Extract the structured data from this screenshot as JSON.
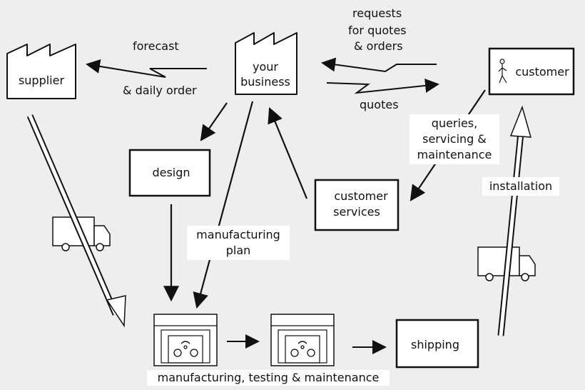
{
  "nodes": {
    "supplier": "supplier",
    "business_line1": "your",
    "business_line2": "business",
    "customer": "customer",
    "design": "design",
    "customer_services_line1": "customer",
    "customer_services_line2": "services",
    "shipping": "shipping"
  },
  "edges": {
    "forecast": "forecast",
    "daily_order": "& daily order",
    "requests_line1": "requests",
    "requests_line2": "for quotes",
    "requests_line3": "& orders",
    "quotes": "quotes",
    "queries_line1": "queries,",
    "queries_line2": "servicing &",
    "queries_line3": "maintenance",
    "manufacturing_plan_line1": "manufacturing",
    "manufacturing_plan_line2": "plan",
    "installation": "installation"
  },
  "footer": {
    "caption": "manufacturing, testing & maintenance"
  },
  "colors": {
    "background": "#eeeeee",
    "box_fill": "#ffffff",
    "stroke": "#111111"
  },
  "icons": [
    "factory-icon",
    "truck-icon",
    "stick-figure-icon",
    "machine-icon"
  ]
}
